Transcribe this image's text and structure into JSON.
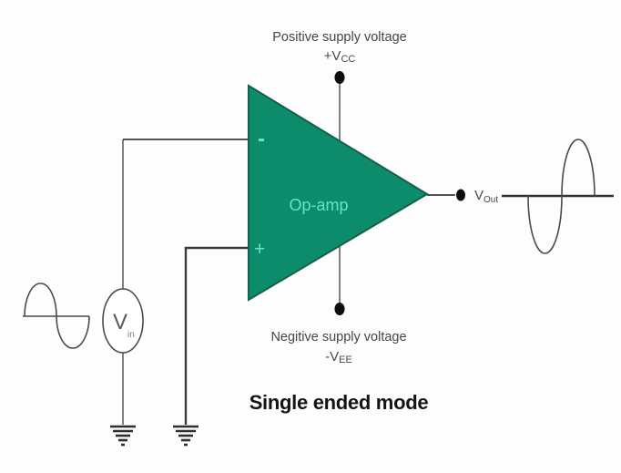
{
  "title": "Single ended mode",
  "colors": {
    "opamp_fill": "#0d8c6c",
    "opamp_stroke": "#155f4b",
    "opamp_text": "#5fe6cc",
    "wire": "#3a3a3a",
    "label_text": "#454545",
    "title_text": "#141414",
    "node_fill": "#0d0d0d"
  },
  "opamp": {
    "label": "Op-amp",
    "inverting_input_sign": "-",
    "noninverting_input_sign": "+"
  },
  "supplies": {
    "positive_label": "Positive supply voltage",
    "positive_sym_main": "+V",
    "positive_sym_sub": "CC",
    "negative_label": "Negitive supply voltage",
    "negative_sym_main": "-V",
    "negative_sym_sub": "EE"
  },
  "input_source": {
    "sym_main": "V",
    "sym_sub": "in"
  },
  "output": {
    "sym_main": "V",
    "sym_sub": "Out"
  }
}
